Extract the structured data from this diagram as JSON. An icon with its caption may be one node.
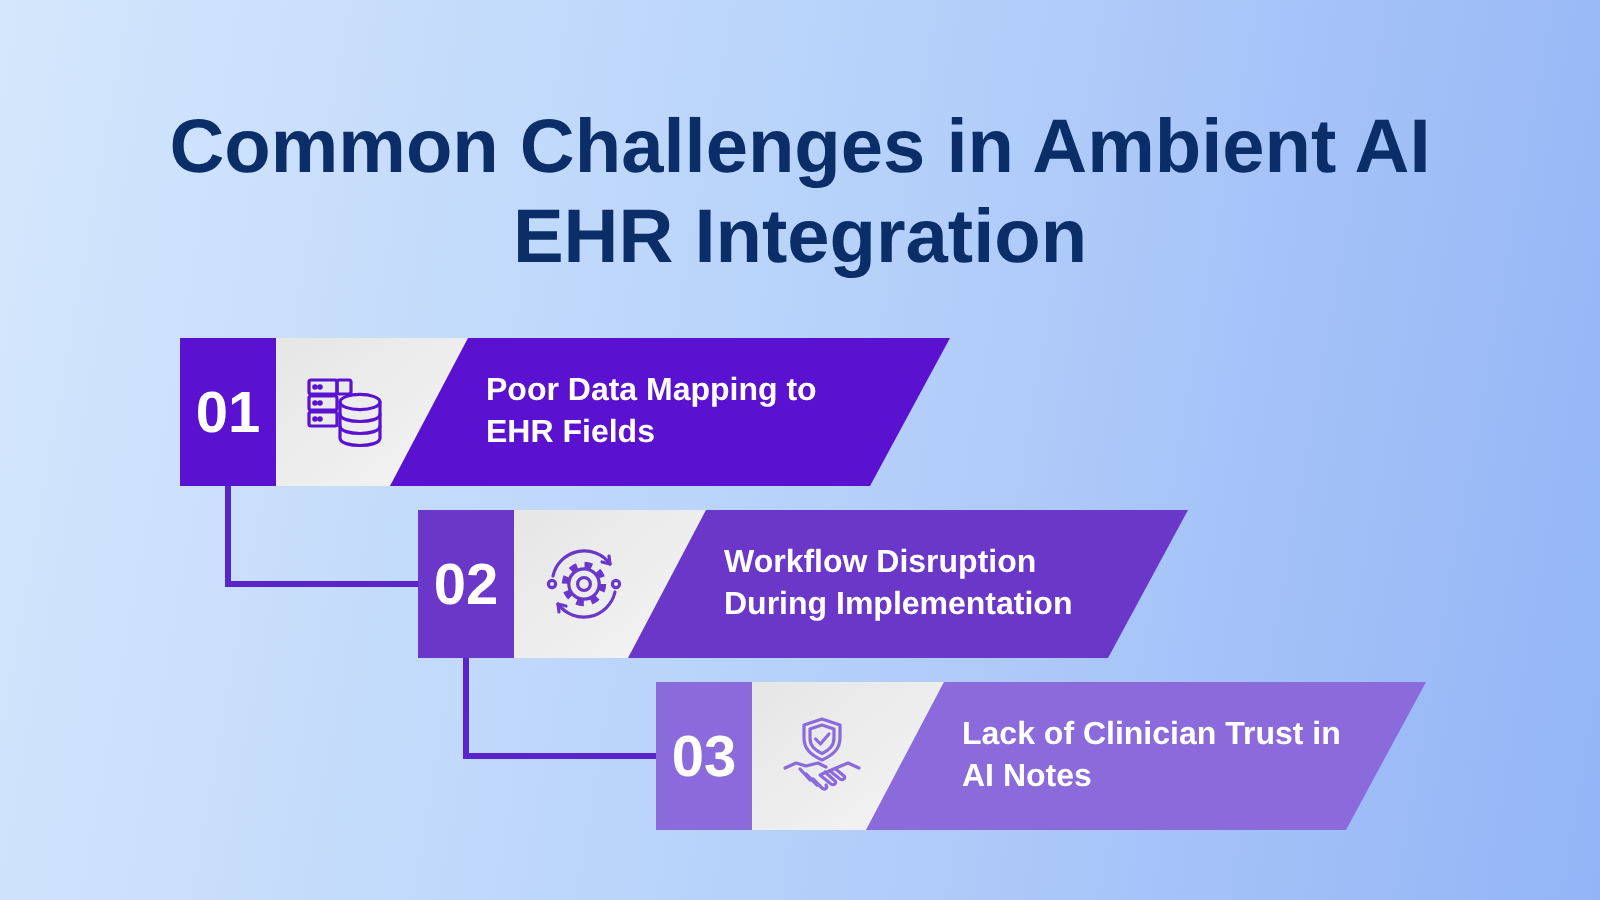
{
  "diagram": {
    "title": "Common Challenges in Ambient AI EHR Integration",
    "nodes": [
      {
        "text": [
          "01",
          "Poor Data Mapping to EHR Fields"
        ]
      },
      {
        "text": [
          "02",
          "Workflow Disruption During Implementation"
        ]
      },
      {
        "text": [
          "03",
          "Lack of Clinician Trust in AI Notes"
        ]
      }
    ],
    "edges": [
      {
        "from": 0,
        "to": 1,
        "arrow": "none"
      },
      {
        "from": 1,
        "to": 2,
        "arrow": "none"
      }
    ]
  }
}
